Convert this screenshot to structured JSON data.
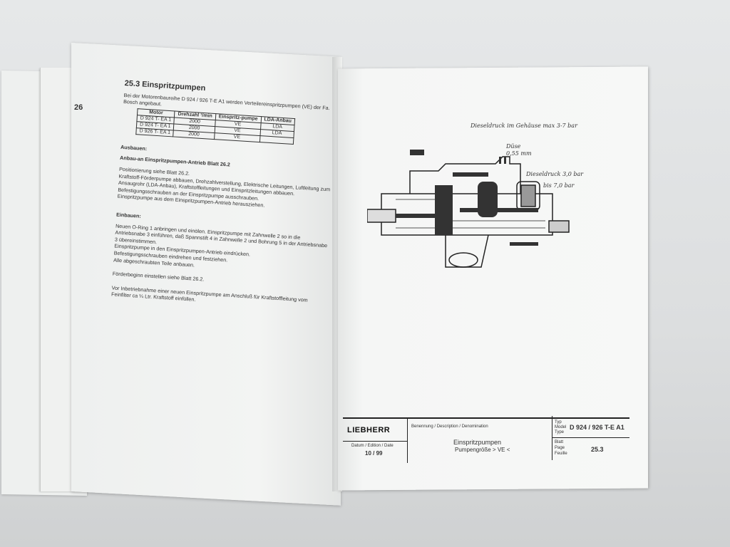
{
  "left_page": {
    "page_number_fragment": "26",
    "section_title": "25.3  Einspritzpumpen",
    "intro": "Bei der Motorenbaureihe D 924 / 926 T-E A1  werden Verteilereinspritzpumpen (VE) der Fa. Bosch angebaut.",
    "table": {
      "headers": [
        "Motor",
        "Drehzahl ¹/min",
        "Einspritz-pumpe",
        "LDA-Anbau"
      ],
      "rows": [
        [
          "D 924 T- EA 1",
          "2000",
          "VE",
          "LDA"
        ],
        [
          "D 924 T- EA 1",
          "2000",
          "VE",
          "LDA"
        ],
        [
          "D 926 T- EA 1",
          "2000",
          "VE",
          ""
        ]
      ]
    },
    "ausbauen_heading": "Ausbauen:",
    "ausbauen_sub": "Anbau-an Einspritzpumpen-Antrieb Blatt 26.2",
    "ausbauen_lines": [
      "Positionierung siehe Blatt 26.2.",
      "Kraftstoff-Förderpumpe abbauen, Drehzahlverstellung, Elektrische Leitungen, Luftleitung zum",
      "Ansaugrohr (LDA-Anbau), Kraftstoffleitungen und Einspritzleitungen abbauen.",
      "Befestigungsschrauben an der Einspritzpumpe ausschrauben.",
      "Einspritzpumpe aus dem Einspritzpumpen-Antrieb herausziehen."
    ],
    "einbauen_heading": "Einbauen:",
    "einbauen_lines": [
      "Neuen O-Ring 1 anbringen und einölen. Einspritzpumpe mit Zahnwelle 2 so in die",
      "Antriebsnabe 3 einführen, daß Spannstift 4 in Zahnwelle 2 und Bohrung 5 in der Antriebsnabe",
      "3 übereinstimmen.",
      "Einspritzpumpe in den Einspritzpumpen-Antrieb eindrücken.",
      "Befestigungsschrauben eindrehen und festziehen.",
      "Alle abgeschraubten Teile anbauen."
    ],
    "foerderbeginn": "Förderbeginn einstellen siehe Blatt 26.2.",
    "note": "Vor Inbetriebnahme einer neuen Einspritzpumpe am Anschluß für Kraftstoffleitung vom Feinfilter ca ¼ Ltr. Kraftstoff einfüllen."
  },
  "right_page": {
    "handwritten": {
      "note1": "Dieseldruck im Gehäuse max 3-7 bar",
      "note2a": "Düse",
      "note2b": "0,55 mm",
      "note3a": "Dieseldruck 3,0 bar",
      "note3b": "bis 7,0 bar"
    },
    "title_block": {
      "logo": "LIEBHERR",
      "date_label": "Datum / Edition / Date",
      "date_value": "10 / 99",
      "denomination_label": "Benennung / Description / Denomination",
      "title": "Einspritzpumpen",
      "subtitle": "Pumpengröße > VE <",
      "type_label_1": "Typ",
      "type_label_2": "Model",
      "type_label_3": "Type",
      "type_value": "D 924 / 926 T-E A1",
      "page_label_1": "Blatt",
      "page_label_2": "Page",
      "page_label_3": "Feuille",
      "page_value": "25.3"
    }
  }
}
